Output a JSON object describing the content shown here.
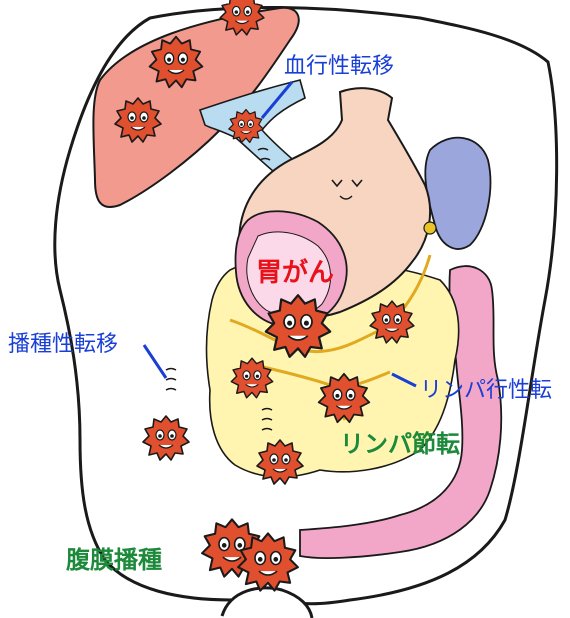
{
  "labels": {
    "hematogenous": "血行性転移",
    "gastric_cancer": "胃がん",
    "dissemination": "播種性転移",
    "lymphogenous": "リンパ行性転",
    "lymph_node": "リンパ節転",
    "peritoneal": "腹膜播種"
  },
  "colors": {
    "blue_label": "#1a3fd6",
    "red_label": "#e8121b",
    "green_label": "#1c8a3a",
    "liver": "#f29a8e",
    "stomach": "#f7d5c0",
    "spleen": "#9aa6dc",
    "fat": "#fff5b0",
    "colon": "#f2a6c8",
    "vessel": "#b9dcf0",
    "cancer_cell": "#e0502f"
  },
  "icons": {
    "cancer_cell": "spiky-face-icon",
    "lymph_node": "yellow-node-icon"
  }
}
